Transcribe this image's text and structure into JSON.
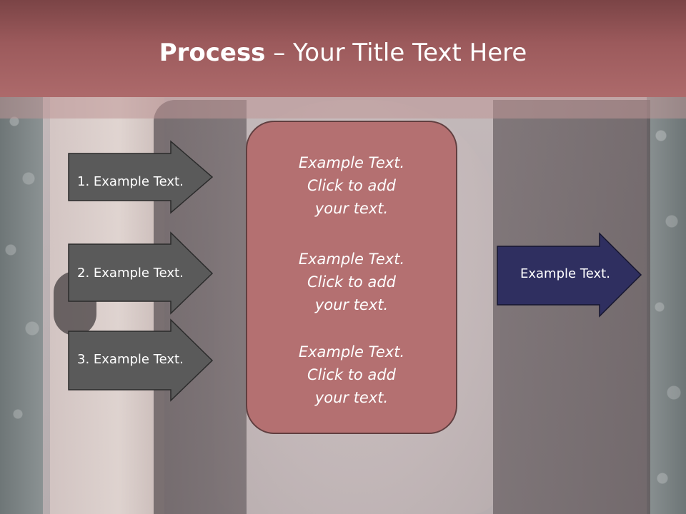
{
  "slide": {
    "title_bold": "Process",
    "title_rest": " – Your Title Text Here",
    "steps": [
      {
        "label": "1. Example Text."
      },
      {
        "label": "2. Example Text."
      },
      {
        "label": "3. Example Text."
      }
    ],
    "center_texts": [
      "Example Text.\nClick  to add\nyour text.",
      "Example Text.\nClick  to add\nyour text.",
      "Example Text.\nClick  to add\nyour text."
    ],
    "result": {
      "label": "Example Text."
    }
  },
  "colors": {
    "header": "#9c5a5c",
    "step_arrow_fill": "#5a5a5a",
    "center_box_fill": "#b46e6f",
    "result_arrow_fill": "#2f2f60"
  }
}
